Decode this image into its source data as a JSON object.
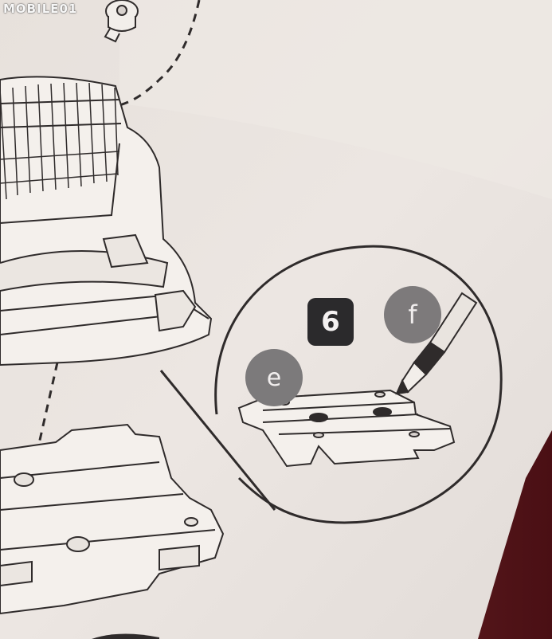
{
  "watermark": {
    "text": "MOBILE01"
  },
  "step_badge": {
    "label": "6"
  },
  "callouts": {
    "e": "e",
    "f": "f"
  },
  "colors": {
    "paper": "#ebe5e1",
    "line": "#2f2b2b",
    "badge_dark": "#2b2a2c",
    "badge_gray": "#7c7a7b",
    "background_red": "#6a1a1f"
  },
  "icons": [
    "screw-icon",
    "screwdriver-icon"
  ]
}
